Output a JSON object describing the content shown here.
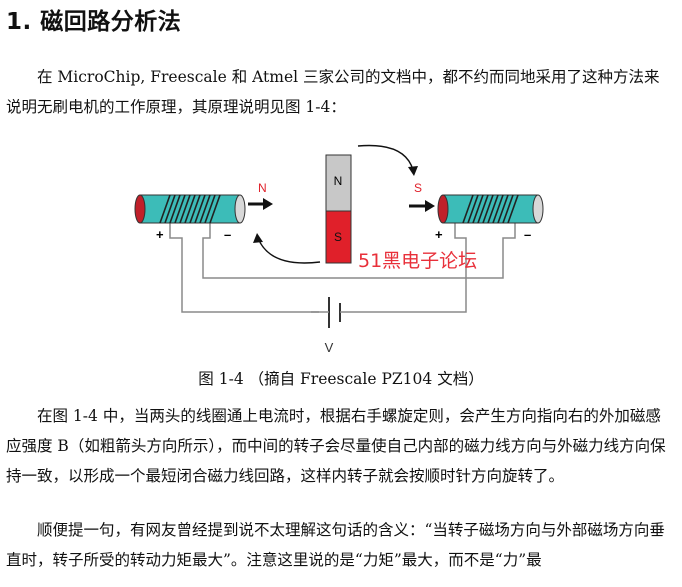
{
  "section_title": "1. 磁回路分析法",
  "intro_paragraph": "在 MicroChip, Freescale 和 Atmel 三家公司的文档中，都不约而同地采用了这种方法来说明无刷电机的工作原理，其原理说明见图 1-4：",
  "figure": {
    "label_north_arrow": "N",
    "label_south_arrow": "S",
    "rotor_top_label": "N",
    "rotor_bottom_label": "S",
    "plus_left": "+",
    "minus_left": "–",
    "plus_right": "+",
    "minus_right": "–",
    "battery_label": "V",
    "watermark": "51黑电子论坛",
    "colors": {
      "coil": "#3cbcb8",
      "rotor_north": "#c8c8c8",
      "rotor_south": "#e0202a",
      "watermark": "#e8303a",
      "end_cap": "#c0202a"
    }
  },
  "caption": "图 1-4 （摘自 Freescale PZ104 文档）",
  "paragraph_2": "在图 1-4 中，当两头的线圈通上电流时，根据右手螺旋定则，会产生方向指向右的外加磁感应强度 B（如粗箭头方向所示），而中间的转子会尽量使自己内部的磁力线方向与外磁力线方向保持一致，以形成一个最短闭合磁力线回路，这样内转子就会按顺时针方向旋转了。",
  "paragraph_3": "顺便提一句，有网友曾经提到说不太理解这句话的含义：“当转子磁场方向与外部磁场方向垂直时，转子所受的转动力矩最大”。注意这里说的是“力矩”最大，而不是“力”最"
}
